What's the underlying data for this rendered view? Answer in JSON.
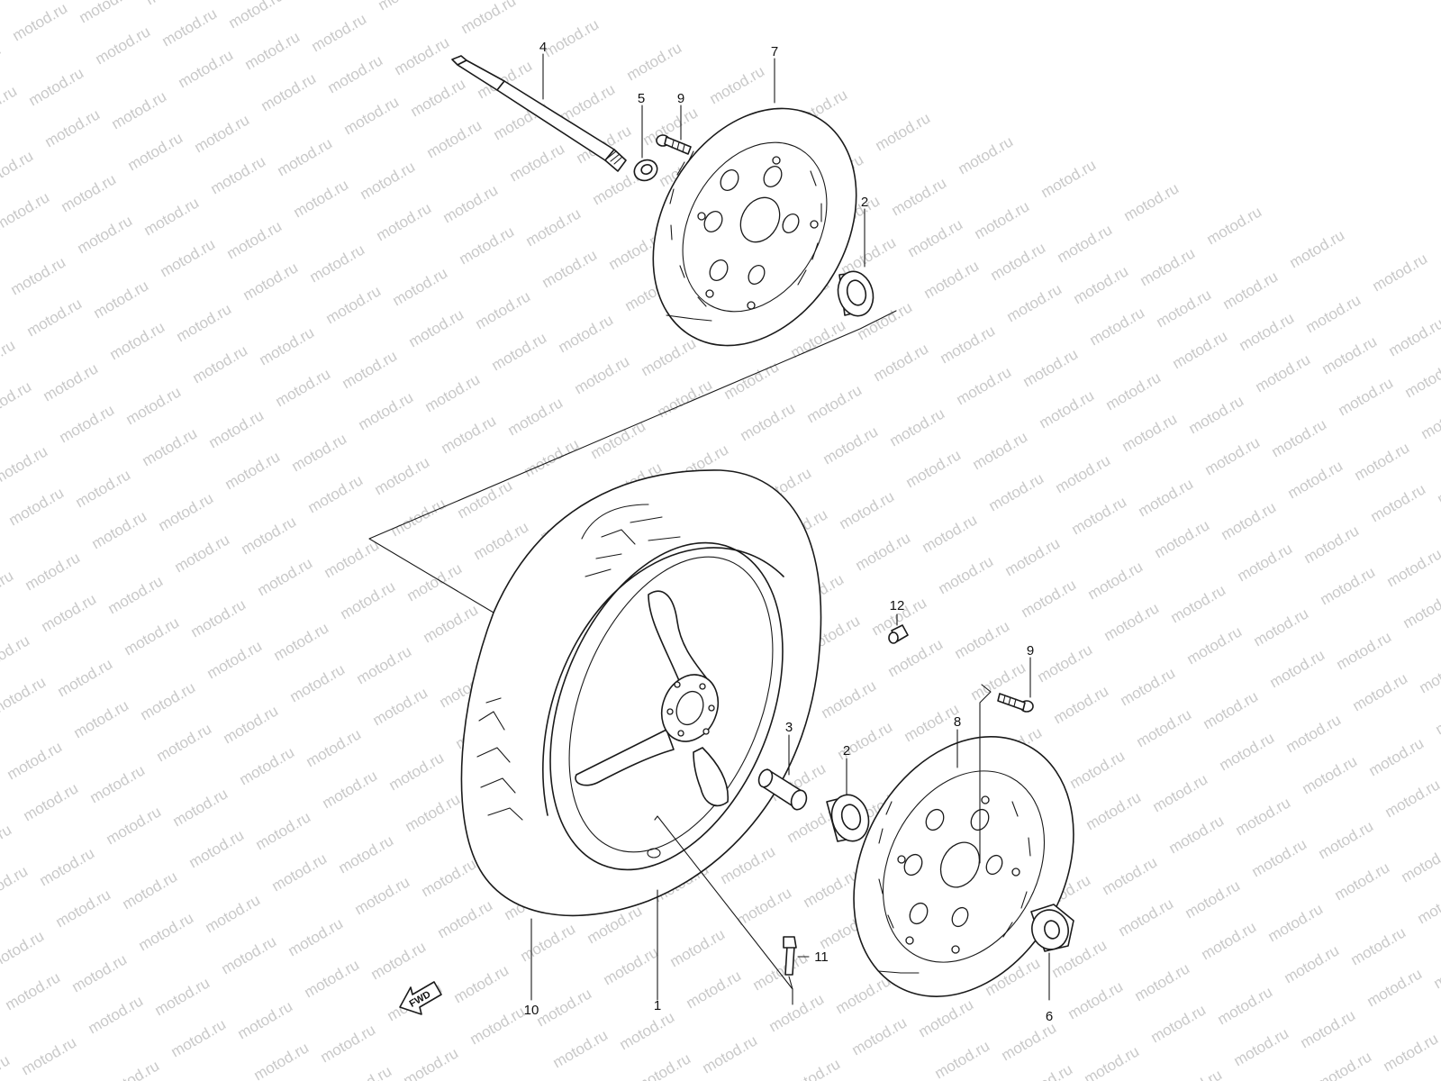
{
  "watermark": {
    "text": "motod.ru",
    "color": "#c9c9c9"
  },
  "fwd_badge": {
    "text": "FWD"
  },
  "callouts": [
    {
      "id": "label-1",
      "text": "1",
      "part": "front-wheel"
    },
    {
      "id": "label-2a",
      "text": "2",
      "part": "bearing"
    },
    {
      "id": "label-2b",
      "text": "2",
      "part": "bearing"
    },
    {
      "id": "label-3",
      "text": "3",
      "part": "spacer"
    },
    {
      "id": "label-4",
      "text": "4",
      "part": "front-axle"
    },
    {
      "id": "label-5",
      "text": "5",
      "part": "washer"
    },
    {
      "id": "label-6",
      "text": "6",
      "part": "collar"
    },
    {
      "id": "label-7",
      "text": "7",
      "part": "brake-disc-left"
    },
    {
      "id": "label-8",
      "text": "8",
      "part": "brake-disc-right"
    },
    {
      "id": "label-9a",
      "text": "9",
      "part": "disc-bolt"
    },
    {
      "id": "label-9b",
      "text": "9",
      "part": "disc-bolt"
    },
    {
      "id": "label-10",
      "text": "10",
      "part": "tire"
    },
    {
      "id": "label-11",
      "text": "11",
      "part": "valve"
    },
    {
      "id": "label-12",
      "text": "12",
      "part": "valve-cap"
    }
  ]
}
